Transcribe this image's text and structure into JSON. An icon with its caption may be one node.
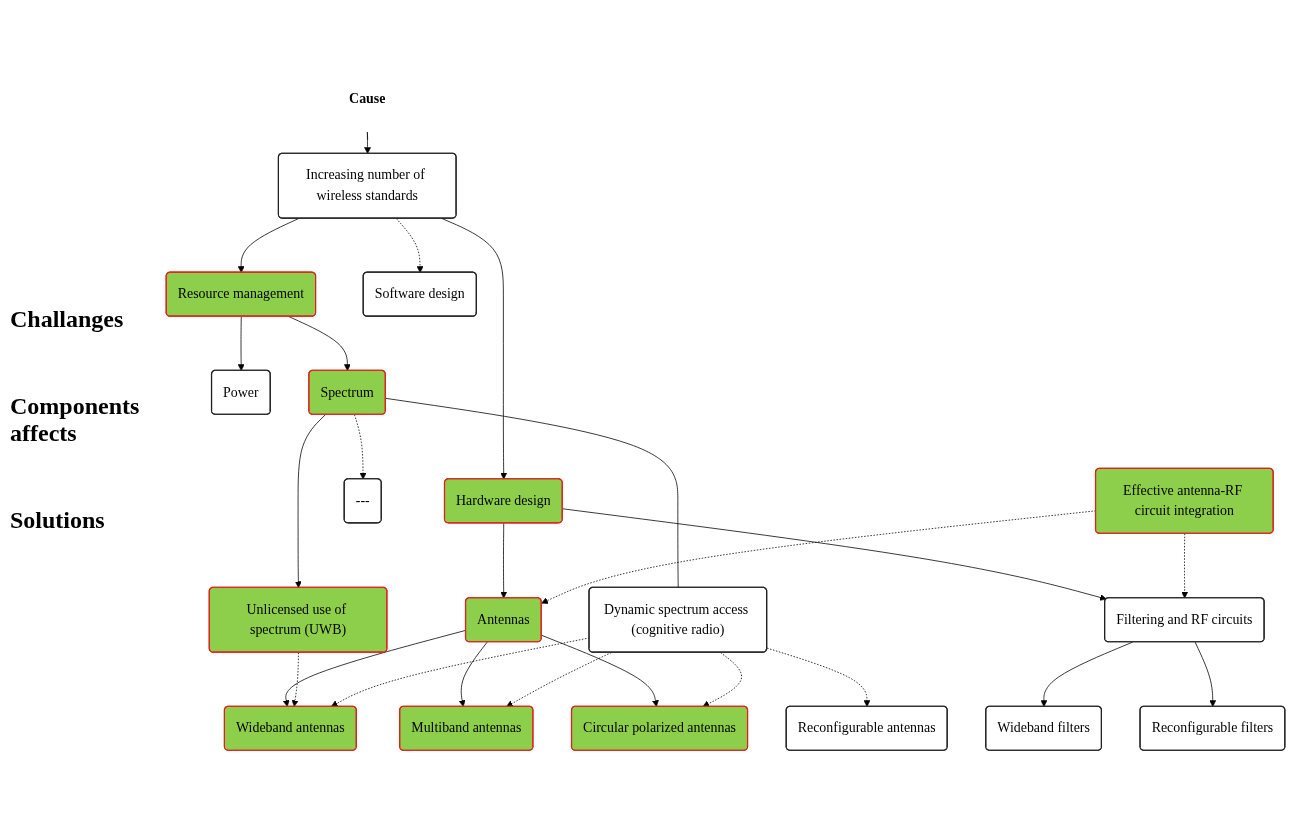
{
  "diagram": {
    "nodes": [
      {
        "text": [
          "Cause"
        ]
      },
      {
        "text": [
          "Increasing number of wireless standards"
        ]
      },
      {
        "text": [
          "Resource management"
        ]
      },
      {
        "text": [
          "Software design"
        ]
      },
      {
        "text": [
          "Hardware design"
        ]
      },
      {
        "text": [
          "Power"
        ]
      },
      {
        "text": [
          "Spectrum"
        ]
      },
      {
        "text": [
          "Antennas"
        ]
      },
      {
        "text": [
          "Filtering and RF circuits"
        ]
      },
      {
        "text": [
          "---"
        ]
      },
      {
        "text": [
          "Unlicensed use of spectrum (UWB)"
        ]
      },
      {
        "text": [
          "Multiband antennas"
        ]
      },
      {
        "text": [
          "Wideband filters"
        ]
      },
      {
        "text": [
          "Wideband antennas"
        ]
      },
      {
        "text": [
          "Dynamic spectrum access (cognitive radio)"
        ]
      },
      {
        "text": [
          "Reconfigurable filters"
        ]
      },
      {
        "text": [
          "Circular polarized antennas"
        ]
      },
      {
        "text": [
          "Effective antenna-RF circuit integration"
        ]
      },
      {
        "text": [
          "Reconfigurable antennas"
        ]
      }
    ],
    "edges": [
      {
        "from": 0,
        "to": 1,
        "arrow": "to"
      },
      {
        "from": 1,
        "to": 2,
        "arrow": "to"
      },
      {
        "from": 1,
        "to": 3,
        "arrow": "to",
        "style": "dashed"
      },
      {
        "from": 1,
        "to": 4,
        "arrow": "to"
      },
      {
        "from": 2,
        "to": 5,
        "arrow": "to"
      },
      {
        "from": 2,
        "to": 6,
        "arrow": "to"
      },
      {
        "from": 4,
        "to": 7,
        "arrow": "to"
      },
      {
        "from": 4,
        "to": 8,
        "arrow": "to"
      },
      {
        "from": 6,
        "to": 9,
        "arrow": "to",
        "style": "dashed"
      },
      {
        "from": 6,
        "to": 10,
        "arrow": "to"
      },
      {
        "from": 6,
        "to": 14,
        "arrow": "none"
      },
      {
        "from": 7,
        "to": 11,
        "arrow": "to"
      },
      {
        "from": 7,
        "to": 13,
        "arrow": "to"
      },
      {
        "from": 7,
        "to": 16,
        "arrow": "to"
      },
      {
        "from": 8,
        "to": 12,
        "arrow": "to"
      },
      {
        "from": 8,
        "to": 15,
        "arrow": "to"
      },
      {
        "from": 17,
        "to": 7,
        "arrow": "to",
        "style": "dashed"
      },
      {
        "from": 17,
        "to": 8,
        "arrow": "to",
        "style": "dashed"
      },
      {
        "from": 10,
        "to": 13,
        "arrow": "to",
        "style": "dashed"
      },
      {
        "from": 14,
        "to": 11,
        "arrow": "to",
        "style": "dashed"
      },
      {
        "from": 14,
        "to": 13,
        "arrow": "to",
        "style": "dashed"
      },
      {
        "from": 14,
        "to": 16,
        "arrow": "to",
        "style": "dashed"
      },
      {
        "from": 14,
        "to": 18,
        "arrow": "to",
        "style": "dashed"
      }
    ],
    "labels": [
      "Challanges",
      "Components affects",
      "Solutions"
    ]
  }
}
